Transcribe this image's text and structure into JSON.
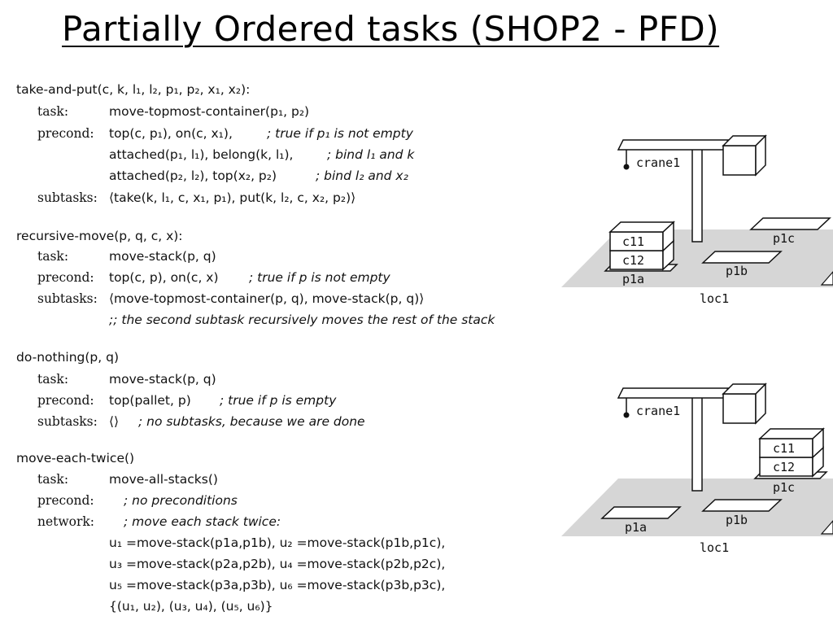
{
  "slide": {
    "title": "Partially Ordered tasks (SHOP2 - PFD)"
  },
  "methods": {
    "take_and_put": {
      "header": "take-and-put(c, k, l₁, l₂, p₁, p₂, x₁, x₂):",
      "task_label": "task:",
      "task": "move-topmost-container(p₁, p₂)",
      "precond_label": "precond:",
      "precond_1": "top(c, p₁), on(c, x₁),",
      "precond_1_comment": "; true if p₁ is not empty",
      "precond_2": "attached(p₁, l₁), belong(k, l₁),",
      "precond_2_comment": "; bind l₁ and k",
      "precond_3": "attached(p₂, l₂), top(x₂, p₂)",
      "precond_3_comment": "; bind l₂ and x₂",
      "subtasks_label": "subtasks:",
      "subtasks": "⟨take(k, l₁, c, x₁, p₁), put(k, l₂, c, x₂, p₂)⟩"
    },
    "recursive_move": {
      "header": "recursive-move(p, q, c, x):",
      "task_label": "task:",
      "task": "move-stack(p, q)",
      "precond_label": "precond:",
      "precond": "top(c, p), on(c, x)",
      "precond_comment": "; true if p is not empty",
      "subtasks_label": "subtasks:",
      "subtasks": "⟨move-topmost-container(p, q), move-stack(p, q)⟩",
      "comment": ";; the second subtask recursively moves the rest of the stack"
    },
    "do_nothing": {
      "header": "do-nothing(p, q)",
      "task_label": "task:",
      "task": "move-stack(p, q)",
      "precond_label": "precond:",
      "precond": "top(pallet, p)",
      "precond_comment": "; true if p is empty",
      "subtasks_label": "subtasks:",
      "subtasks": "⟨⟩",
      "subtasks_comment": "; no subtasks, because we are done"
    },
    "move_each_twice": {
      "header": "move-each-twice()",
      "task_label": "task:",
      "task": "move-all-stacks()",
      "precond_label": "precond:",
      "precond_comment": "; no preconditions",
      "network_label": "network:",
      "network_comment": "; move each stack twice:",
      "network_1": "u₁ =move-stack(p1a,p1b), u₂ =move-stack(p1b,p1c),",
      "network_2": "u₃ =move-stack(p2a,p2b), u₄ =move-stack(p2b,p2c),",
      "network_3": "u₅ =move-stack(p3a,p3b), u₆ =move-stack(p3b,p3c),",
      "network_4": "{(u₁, u₂), (u₃, u₄), (u₅, u₆)}"
    }
  },
  "diagrams": {
    "top": {
      "crane": "crane1",
      "location": "loc1",
      "pallets": [
        "p1a",
        "p1b",
        "p1c"
      ],
      "containers": [
        "c11",
        "c12"
      ]
    },
    "bottom": {
      "crane": "crane1",
      "location": "loc1",
      "pallets": [
        "p1a",
        "p1b",
        "p1c"
      ],
      "containers": [
        "c11",
        "c12"
      ]
    }
  },
  "colors": {
    "floor": "#d6d6d6",
    "ink": "#111111",
    "background": "#ffffff"
  }
}
